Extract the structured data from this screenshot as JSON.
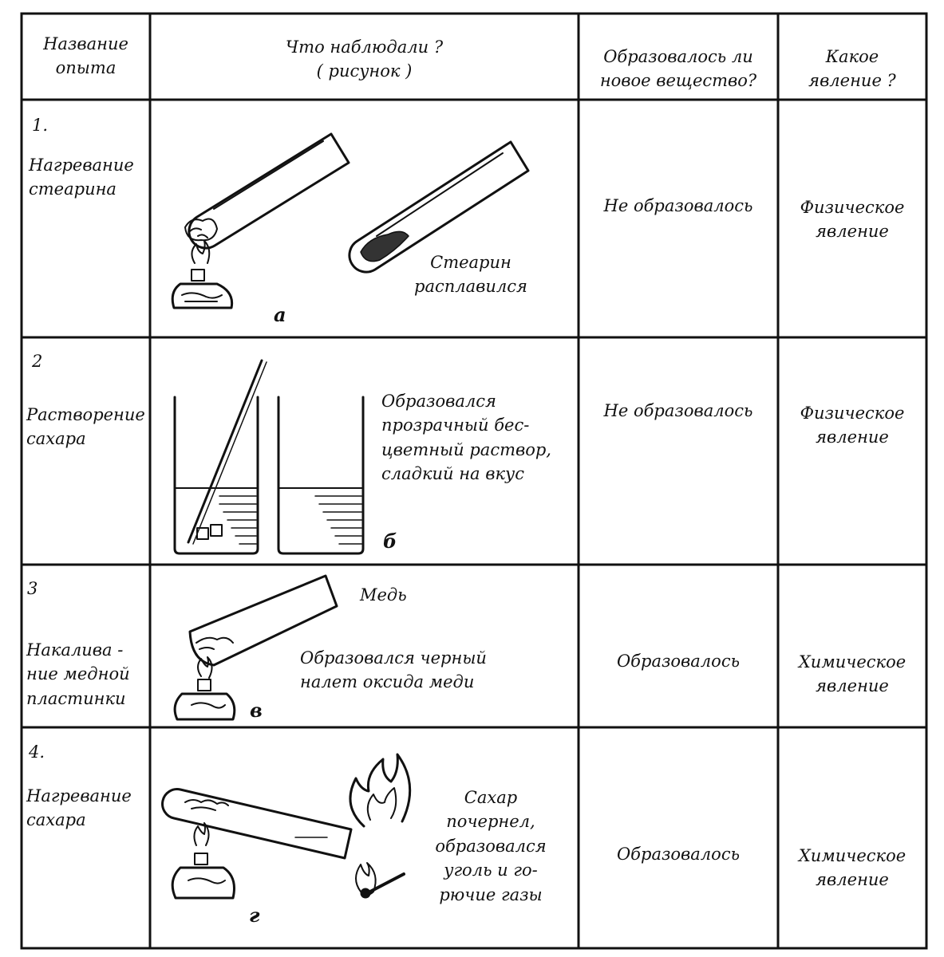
{
  "table": {
    "headers": {
      "experiment_name": [
        "Название",
        "опыта"
      ],
      "observed": [
        "Что  наблюдали ?",
        "( рисунок )"
      ],
      "new_substance": [
        "Образовалось ли",
        "новое вещество?"
      ],
      "phenomenon": [
        "Какое",
        "явление ?"
      ]
    },
    "rows": [
      {
        "number": "1.",
        "name": [
          "Нагревание",
          "стеарина"
        ],
        "caption": [
          "Стеарин",
          "расплавился"
        ],
        "figure_letter": "а",
        "new_substance": "Не образовалось",
        "phenomenon": [
          "Физическое",
          "явление"
        ]
      },
      {
        "number": "2",
        "name": [
          "Растворение",
          "сахара"
        ],
        "caption": [
          "Образовался",
          "прозрачный бес-",
          "цветный раствор,",
          "сладкий на вкус"
        ],
        "figure_letter": "б",
        "new_substance": "Не образовалось",
        "phenomenon": [
          "Физическое",
          "явление"
        ]
      },
      {
        "number": "3",
        "name": [
          "Накалива -",
          "ние медной",
          "пластинки"
        ],
        "label_top": "Медь",
        "caption": [
          "Образовался черный",
          "налет оксида меди"
        ],
        "figure_letter": "в",
        "new_substance": "Образовалось",
        "phenomenon": [
          "Химическое",
          "явление"
        ]
      },
      {
        "number": "4.",
        "name": [
          "Нагревание",
          "сахара"
        ],
        "caption": [
          "Сахар",
          "почернел,",
          "образовался",
          "уголь и го-",
          "рючие газы"
        ],
        "figure_letter": "г",
        "new_substance": "Образовалось",
        "phenomenon": [
          "Химическое",
          "явление"
        ]
      }
    ]
  }
}
